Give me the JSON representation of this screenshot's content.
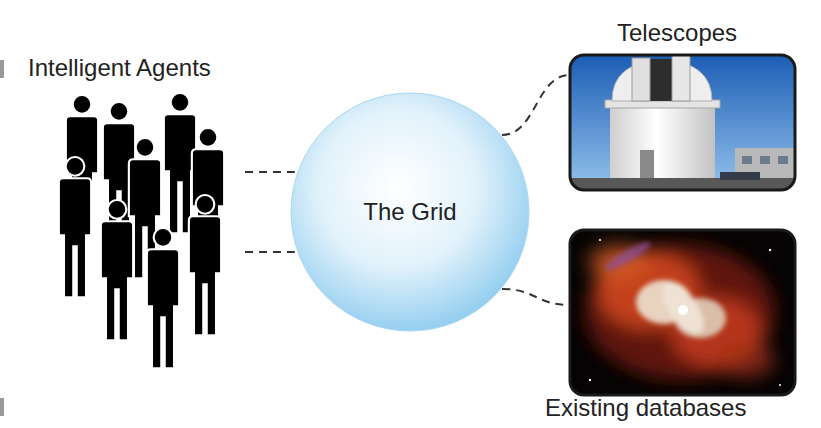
{
  "diagram": {
    "nodes": [
      {
        "text": [
          "Intelligent Agents"
        ]
      },
      {
        "text": [
          "The Grid"
        ]
      },
      {
        "text": [
          "Telescopes"
        ]
      },
      {
        "text": [
          "Existing databases"
        ]
      }
    ],
    "edges": [
      {
        "from": 0,
        "to": 1,
        "arrow": "none"
      },
      {
        "from": 1,
        "to": 2,
        "arrow": "none"
      },
      {
        "from": 0,
        "to": 1,
        "arrow": "none"
      },
      {
        "from": 1,
        "to": 3,
        "arrow": "none"
      }
    ]
  }
}
